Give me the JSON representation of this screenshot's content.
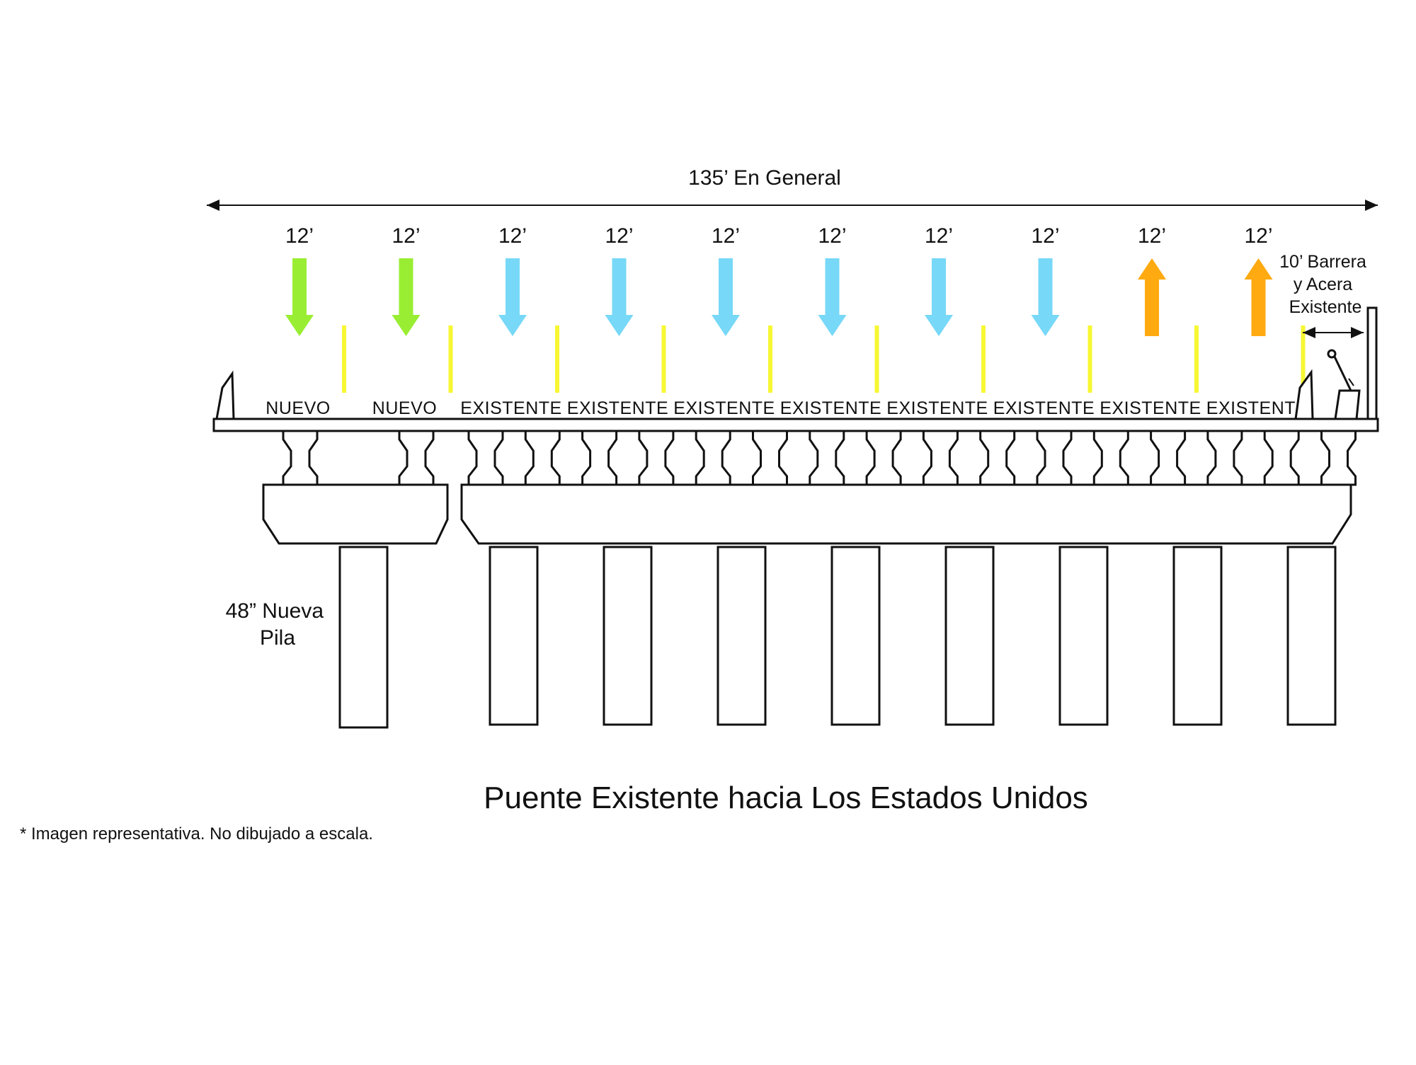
{
  "diagram": {
    "overall_label": "135’ En General",
    "lanes": [
      {
        "width": "12’",
        "label": "NUEVO",
        "direction": "down",
        "color": "#99ee33"
      },
      {
        "width": "12’",
        "label": "NUEVO",
        "direction": "down",
        "color": "#99ee33"
      },
      {
        "width": "12’",
        "label": "EXISTENTE",
        "direction": "down",
        "color": "#77d8f7"
      },
      {
        "width": "12’",
        "label": "EXISTENTE",
        "direction": "down",
        "color": "#77d8f7"
      },
      {
        "width": "12’",
        "label": "EXISTENTE",
        "direction": "down",
        "color": "#77d8f7"
      },
      {
        "width": "12’",
        "label": "EXISTENTE",
        "direction": "down",
        "color": "#77d8f7"
      },
      {
        "width": "12’",
        "label": "EXISTENTE",
        "direction": "down",
        "color": "#77d8f7"
      },
      {
        "width": "12’",
        "label": "EXISTENTE",
        "direction": "down",
        "color": "#77d8f7"
      },
      {
        "width": "12’",
        "label": "EXISTENTE",
        "direction": "up",
        "color": "#ffaa11"
      },
      {
        "width": "12’",
        "label": "EXISTENTE",
        "direction": "up",
        "color": "#ffaa11"
      }
    ],
    "lane_divider_color": "#f7f733",
    "sidewalk_label_lines": [
      "10’ Barrera",
      "y Acera",
      "Existente"
    ],
    "pile_label_lines": [
      "48” Nueva",
      "Pila"
    ],
    "title": "Puente Existente hacia Los Estados Unidos",
    "note": "* Imagen representativa. No dibujado a escala."
  }
}
